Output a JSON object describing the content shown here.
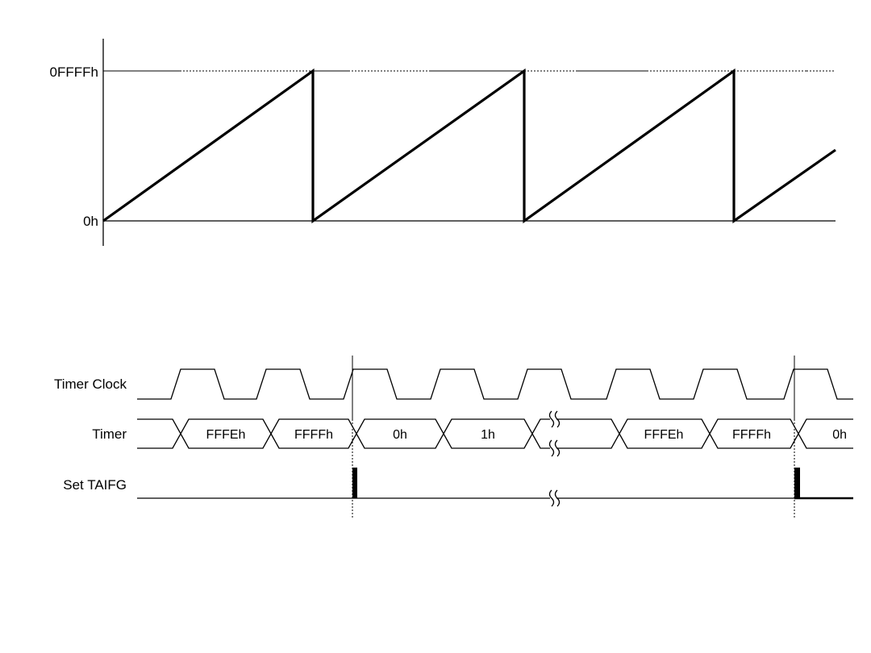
{
  "up_mode_graph": {
    "y_max_label": "0FFFFh",
    "y_min_label": "0h"
  },
  "timing": {
    "timer_clock_label": "Timer Clock",
    "timer_label": "Timer",
    "taifg_label": "Set TAIFG",
    "timer_values": [
      "FFFEh",
      "FFFFh",
      "0h",
      "1h",
      "FFFEh",
      "FFFFh",
      "0h"
    ]
  },
  "colors": {
    "line": "#000000",
    "background": "#ffffff"
  }
}
